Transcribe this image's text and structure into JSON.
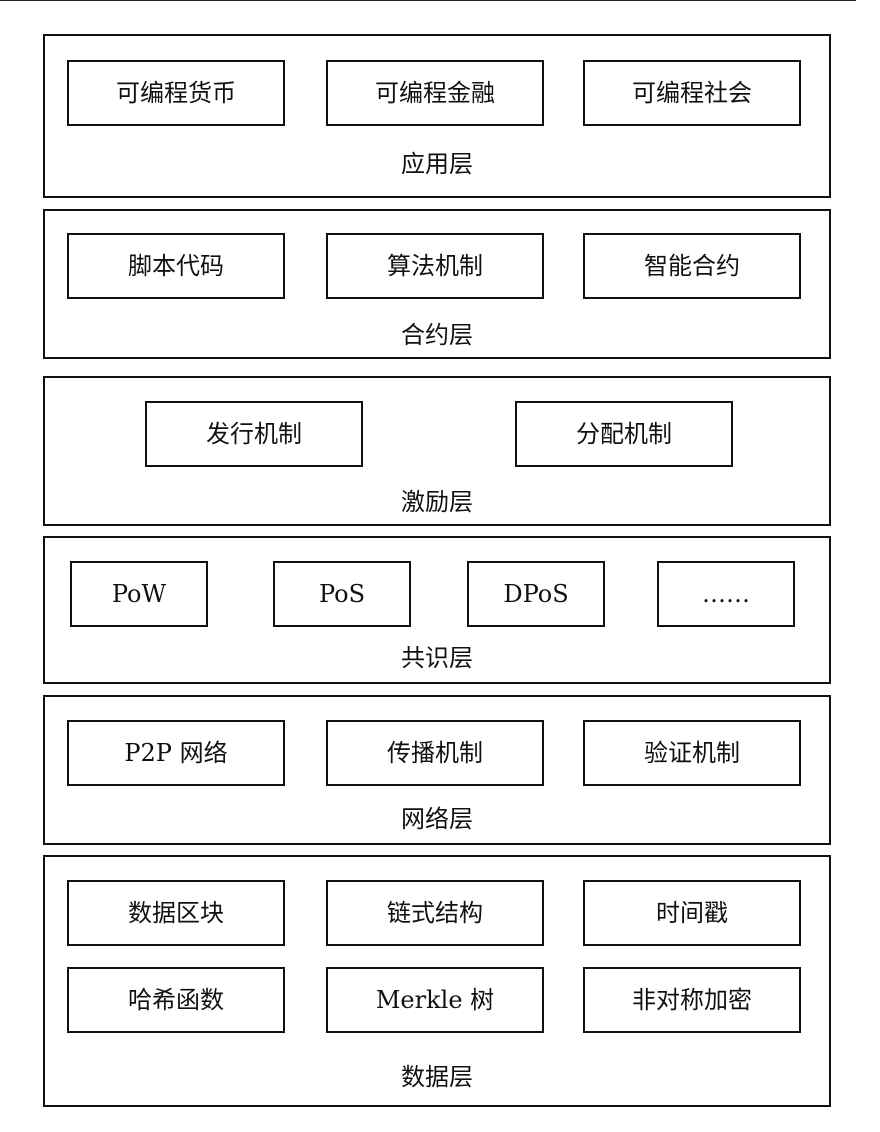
{
  "layers": {
    "application": {
      "label": "应用层",
      "items": [
        "可编程货币",
        "可编程金融",
        "可编程社会"
      ]
    },
    "contract": {
      "label": "合约层",
      "items": [
        "脚本代码",
        "算法机制",
        "智能合约"
      ]
    },
    "incentive": {
      "label": "激励层",
      "items": [
        "发行机制",
        "分配机制"
      ]
    },
    "consensus": {
      "label": "共识层",
      "items": [
        "PoW",
        "PoS",
        "DPoS",
        "……"
      ]
    },
    "network": {
      "label": "网络层",
      "items": [
        "P2P 网络",
        "传播机制",
        "验证机制"
      ]
    },
    "data": {
      "label": "数据层",
      "items": [
        "数据区块",
        "链式结构",
        "时间戳",
        "哈希函数",
        "Merkle 树",
        "非对称加密"
      ]
    }
  }
}
